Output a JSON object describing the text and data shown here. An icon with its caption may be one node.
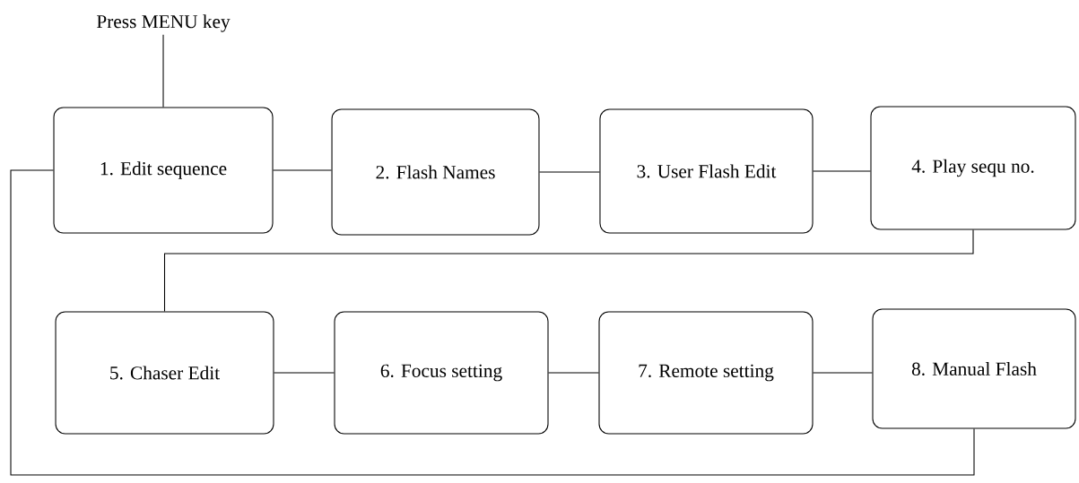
{
  "diagram": {
    "nodes": [
      {
        "text": [
          "Press MENU key"
        ]
      },
      {
        "text": [
          "1. Edit sequence"
        ]
      },
      {
        "text": [
          "2. Flash Names"
        ]
      },
      {
        "text": [
          "3. User Flash Edit"
        ]
      },
      {
        "text": [
          "4. Play sequ no."
        ]
      },
      {
        "text": [
          "5. Chaser Edit"
        ]
      },
      {
        "text": [
          "6. Focus setting"
        ]
      },
      {
        "text": [
          "7. Remote setting"
        ]
      },
      {
        "text": [
          "8. Manual Flash"
        ]
      }
    ],
    "edges": [
      {
        "from": 0,
        "to": 1,
        "arrow": "none"
      },
      {
        "from": 1,
        "to": 2,
        "arrow": "none"
      },
      {
        "from": 2,
        "to": 3,
        "arrow": "none"
      },
      {
        "from": 3,
        "to": 4,
        "arrow": "none"
      },
      {
        "from": 4,
        "to": 5,
        "arrow": "none"
      },
      {
        "from": 5,
        "to": 6,
        "arrow": "none"
      },
      {
        "from": 6,
        "to": 7,
        "arrow": "none"
      },
      {
        "from": 7,
        "to": 8,
        "arrow": "none"
      },
      {
        "from": 8,
        "to": 1,
        "arrow": "none"
      }
    ]
  }
}
